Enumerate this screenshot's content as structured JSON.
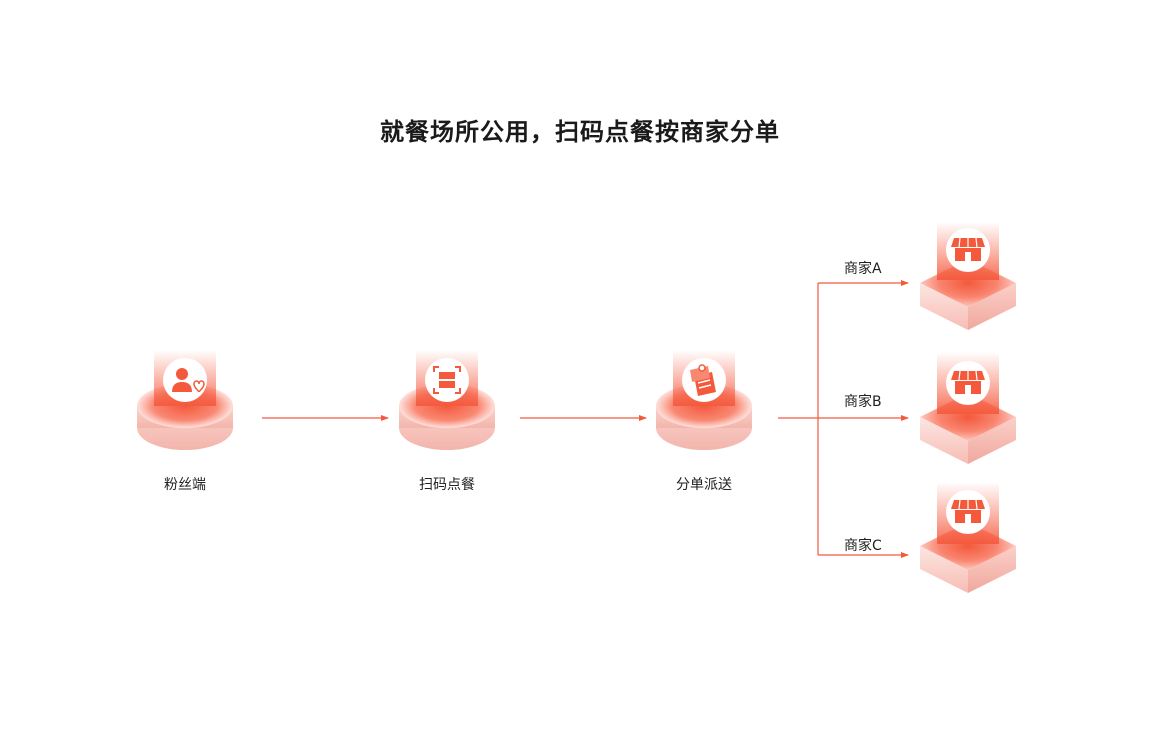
{
  "title": "就餐场所公用，扫码点餐按商家分单",
  "colors": {
    "accent": "#f4593c",
    "light": "#fde0dc",
    "mid": "#f9a89a"
  },
  "nodes": [
    {
      "label": "粉丝端",
      "icon": "user-heart-icon"
    },
    {
      "label": "扫码点餐",
      "icon": "scan-icon"
    },
    {
      "label": "分单派送",
      "icon": "order-note-icon"
    }
  ],
  "merchants": [
    {
      "label": "商家A",
      "icon": "store-icon"
    },
    {
      "label": "商家B",
      "icon": "store-icon"
    },
    {
      "label": "商家C",
      "icon": "store-icon"
    }
  ]
}
